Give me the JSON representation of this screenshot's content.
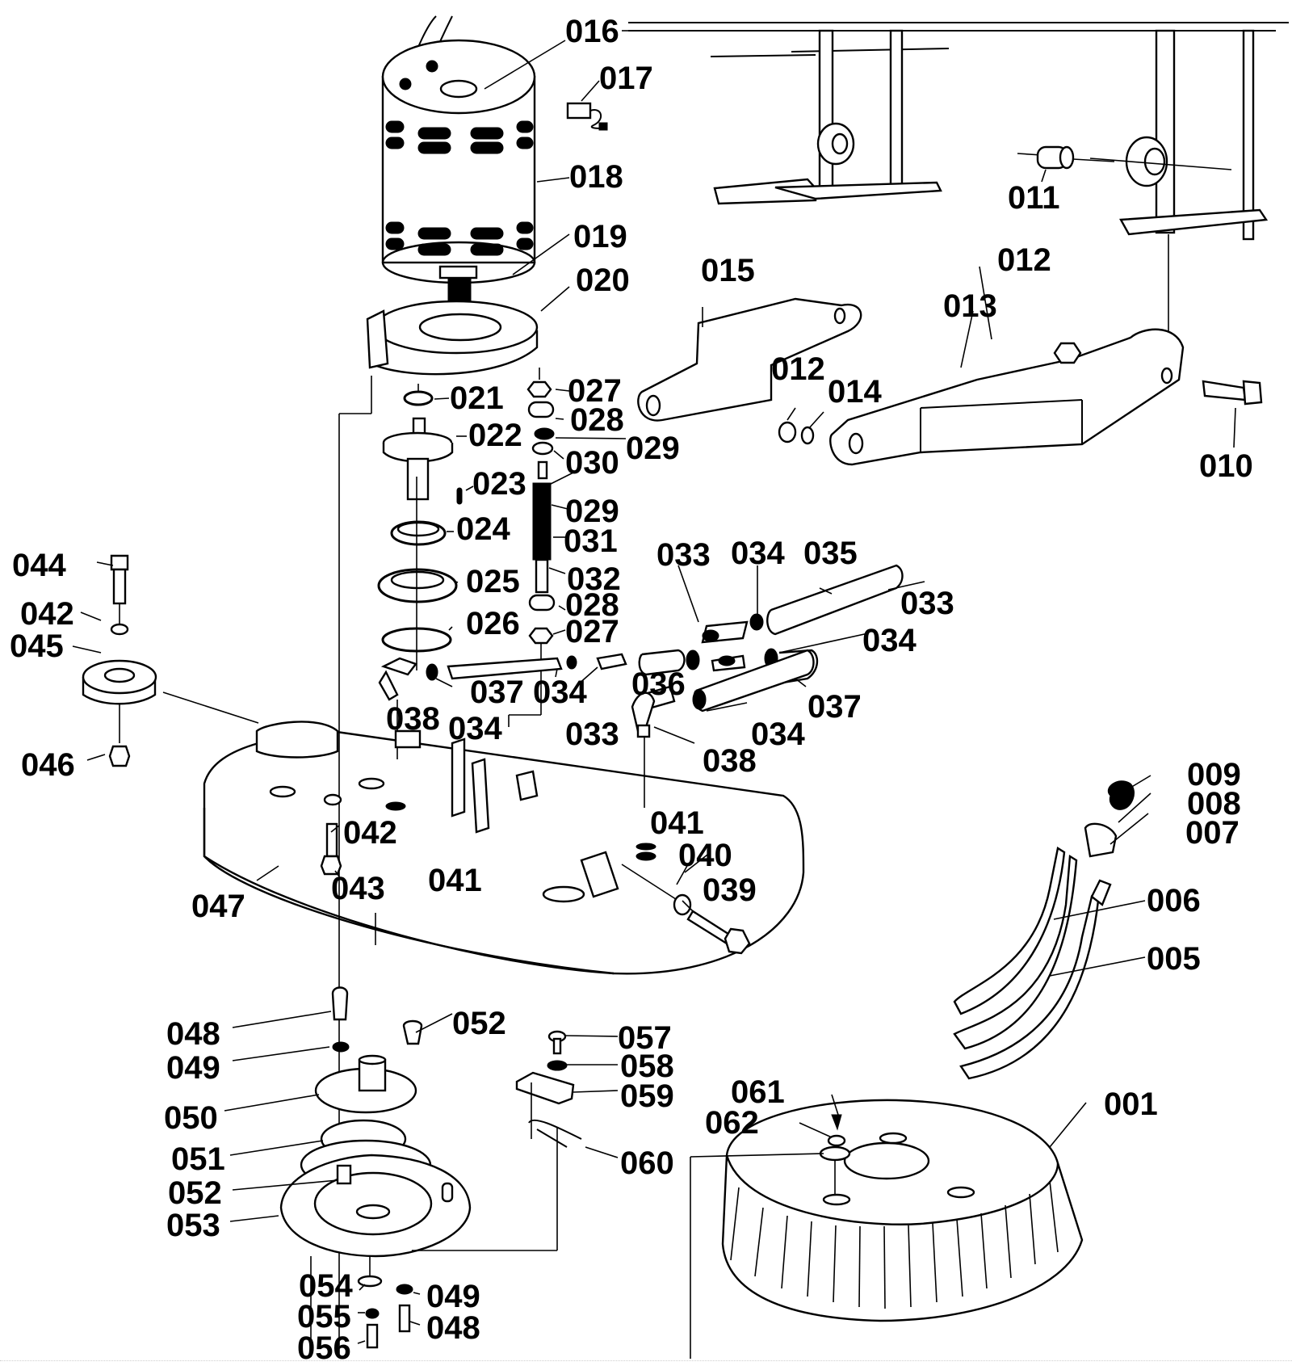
{
  "diagram": {
    "title": "Exploded parts diagram - brush head assembly",
    "style": "black line art on white",
    "parts": {
      "p001": "001",
      "p005": "005",
      "p006": "006",
      "p007": "007",
      "p008": "008",
      "p009": "009",
      "p010": "010",
      "p011": "011",
      "p012a": "012",
      "p012b": "012",
      "p013": "013",
      "p014": "014",
      "p015": "015",
      "p016": "016",
      "p017": "017",
      "p018": "018",
      "p019": "019",
      "p020": "020",
      "p021": "021",
      "p022": "022",
      "p023": "023",
      "p024": "024",
      "p025": "025",
      "p026": "026",
      "p027a": "027",
      "p027b": "027",
      "p028a": "028",
      "p028b": "028",
      "p029a": "029",
      "p029b": "029",
      "p030": "030",
      "p031": "031",
      "p032": "032",
      "p033a": "033",
      "p033b": "033",
      "p033c": "033",
      "p034a": "034",
      "p034b": "034",
      "p034c": "034",
      "p034d": "034",
      "p034e": "034",
      "p035": "035",
      "p036": "036",
      "p037a": "037",
      "p037b": "037",
      "p038a": "038",
      "p038b": "038",
      "p039": "039",
      "p040": "040",
      "p041a": "041",
      "p041b": "041",
      "p042a": "042",
      "p042b": "042",
      "p043": "043",
      "p044": "044",
      "p045": "045",
      "p046": "046",
      "p047": "047",
      "p048a": "048",
      "p048b": "048",
      "p049a": "049",
      "p049b": "049",
      "p050": "050",
      "p051": "051",
      "p052a": "052",
      "p052b": "052",
      "p053": "053",
      "p054": "054",
      "p055": "055",
      "p056": "056",
      "p057": "057",
      "p058": "058",
      "p059": "059",
      "p060": "060",
      "p061": "061",
      "p062": "062"
    }
  }
}
